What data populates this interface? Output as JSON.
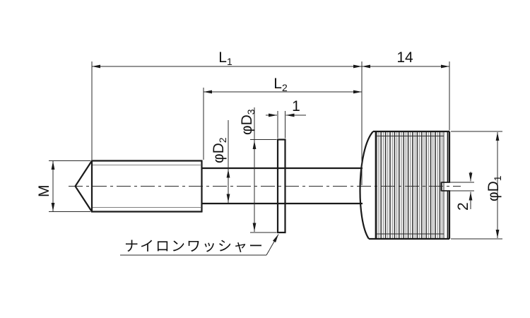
{
  "colors": {
    "line": "#1a1a1a",
    "thin_line": "#2a2a2a",
    "knurl_light": "#5a5a5a",
    "background": "#ffffff"
  },
  "labels": {
    "overall_length": {
      "main": "L",
      "sub": "1"
    },
    "shank_length": {
      "main": "L",
      "sub": "2"
    },
    "head_width": "14",
    "washer_thickness": "1",
    "shaft_diameter": {
      "main": "φD",
      "sub": "2"
    },
    "washer_diameter": {
      "main": "φD",
      "sub": "3"
    },
    "head_diameter": {
      "main": "φD",
      "sub": "1"
    },
    "thread_size": "M",
    "slot_width": "2",
    "washer_note": "ナイロンワッシャー"
  }
}
